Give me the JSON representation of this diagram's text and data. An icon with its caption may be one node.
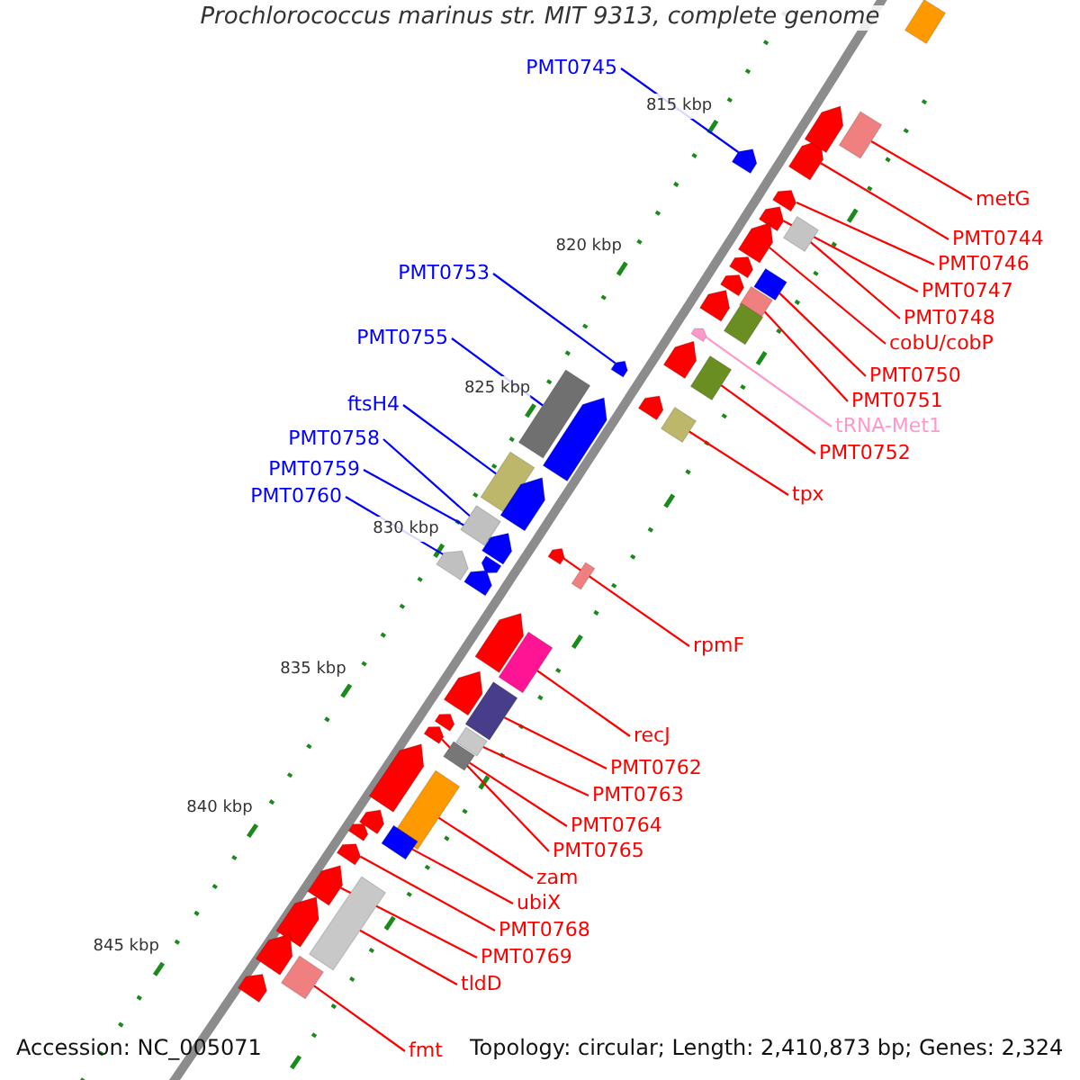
{
  "diagram": {
    "title": "Prochlorococcus marinus str. MIT 9313, complete genome",
    "nodes": [
      {
        "text": [
          "PMT0745"
        ]
      },
      {
        "text": [
          "metG"
        ]
      },
      {
        "text": [
          "PMT0744"
        ]
      },
      {
        "text": [
          "PMT0746"
        ]
      },
      {
        "text": [
          "PMT0753"
        ]
      },
      {
        "text": [
          "PMT0747"
        ]
      },
      {
        "text": [
          "PMT0748"
        ]
      },
      {
        "text": [
          "PMT0755"
        ]
      },
      {
        "text": [
          "cobU/cobP"
        ]
      },
      {
        "text": [
          "PMT0750"
        ]
      },
      {
        "text": [
          "ftsH4"
        ]
      },
      {
        "text": [
          "PMT0751"
        ]
      },
      {
        "text": [
          "tRNA-Met1"
        ]
      },
      {
        "text": [
          "PMT0758"
        ]
      },
      {
        "text": [
          "PMT0752"
        ]
      },
      {
        "text": [
          "PMT0759"
        ]
      },
      {
        "text": [
          "tpx"
        ]
      },
      {
        "text": [
          "PMT0760"
        ]
      },
      {
        "text": [
          "rpmF"
        ]
      },
      {
        "text": [
          "recJ"
        ]
      },
      {
        "text": [
          "PMT0762"
        ]
      },
      {
        "text": [
          "PMT0763"
        ]
      },
      {
        "text": [
          "PMT0764"
        ]
      },
      {
        "text": [
          "PMT0765"
        ]
      },
      {
        "text": [
          "zam"
        ]
      },
      {
        "text": [
          "ubiX"
        ]
      },
      {
        "text": [
          "PMT0768"
        ]
      },
      {
        "text": [
          "PMT0769"
        ]
      },
      {
        "text": [
          "tldD"
        ]
      },
      {
        "text": [
          "fmt"
        ]
      },
      {
        "text": [],
        "shape": "arrow"
      },
      {
        "text": [],
        "shape": "box"
      },
      {
        "text": [],
        "shape": "arrow"
      },
      {
        "text": [],
        "shape": "arrow"
      },
      {
        "text": [],
        "shape": "arrow"
      },
      {
        "text": [],
        "shape": "arrow"
      },
      {
        "text": [],
        "shape": "box"
      },
      {
        "text": [],
        "shape": "box"
      },
      {
        "text": [],
        "shape": "arrow"
      },
      {
        "text": [],
        "shape": "box"
      },
      {
        "text": [],
        "shape": "box"
      },
      {
        "text": [],
        "shape": "box"
      },
      {
        "text": [],
        "shape": "arrow"
      },
      {
        "text": [],
        "shape": "box"
      },
      {
        "text": [],
        "shape": "box"
      },
      {
        "text": [],
        "shape": "arrow"
      },
      {
        "text": [],
        "shape": "box"
      },
      {
        "text": [],
        "shape": "arrow"
      },
      {
        "text": [],
        "shape": "arrow"
      },
      {
        "text": [],
        "shape": "box"
      },
      {
        "text": [],
        "shape": "box"
      },
      {
        "text": [],
        "shape": "box"
      },
      {
        "text": [],
        "shape": "box"
      },
      {
        "text": [],
        "shape": "arrow"
      },
      {
        "text": [],
        "shape": "box"
      },
      {
        "text": [],
        "shape": "box"
      },
      {
        "text": [],
        "shape": "arrow"
      },
      {
        "text": [],
        "shape": "arrow"
      },
      {
        "text": [],
        "shape": "box"
      },
      {
        "text": [],
        "shape": "box"
      },
      {
        "text": [],
        "shape": "arrow"
      },
      {
        "text": [],
        "shape": "arrow"
      },
      {
        "text": [],
        "shape": "arrow"
      },
      {
        "text": [],
        "shape": "arrow"
      },
      {
        "text": [],
        "shape": "box"
      },
      {
        "text": [],
        "shape": "arrow"
      },
      {
        "text": [],
        "shape": "arrow"
      },
      {
        "text": [],
        "shape": "box"
      },
      {
        "text": [],
        "shape": "arrow"
      },
      {
        "text": [],
        "shape": "arrow"
      },
      {
        "text": [],
        "shape": "arrow"
      },
      {
        "text": [],
        "shape": "arrow"
      },
      {
        "text": [],
        "shape": "arrow"
      },
      {
        "text": [],
        "shape": "arrow"
      },
      {
        "text": [],
        "shape": "arrow"
      },
      {
        "text": [],
        "shape": "arrow"
      },
      {
        "text": [],
        "shape": "arrow"
      },
      {
        "text": [],
        "shape": "arrow"
      },
      {
        "text": [],
        "shape": "arrow"
      },
      {
        "text": [],
        "shape": "arrow"
      },
      {
        "text": [],
        "shape": "arrow"
      },
      {
        "text": [],
        "shape": "box"
      }
    ],
    "edges": [
      {
        "from": 0,
        "to": 30,
        "arrow": "none",
        "color": "#0000ff"
      },
      {
        "from": 1,
        "to": 31,
        "arrow": "none"
      },
      {
        "from": 2,
        "to": 32,
        "arrow": "none"
      },
      {
        "from": 3,
        "to": 33,
        "arrow": "none"
      },
      {
        "from": 4,
        "to": 34,
        "arrow": "none",
        "color": "#0000ff"
      },
      {
        "from": 5,
        "to": 35,
        "arrow": "none"
      },
      {
        "from": 6,
        "to": 36,
        "arrow": "none"
      },
      {
        "from": 7,
        "to": 37,
        "arrow": "none",
        "color": "#0000ff"
      },
      {
        "from": 8,
        "to": 38,
        "arrow": "none"
      },
      {
        "from": 9,
        "to": 39,
        "arrow": "none"
      },
      {
        "from": 10,
        "to": 40,
        "arrow": "none",
        "color": "#0000ff"
      },
      {
        "from": 11,
        "to": 41,
        "arrow": "none"
      },
      {
        "from": 12,
        "to": 42,
        "arrow": "none",
        "color": "#ff99cc"
      },
      {
        "from": 13,
        "to": 43,
        "arrow": "none",
        "color": "#0000ff"
      },
      {
        "from": 14,
        "to": 44,
        "arrow": "none"
      },
      {
        "from": 15,
        "to": 45,
        "arrow": "none",
        "color": "#0000ff"
      },
      {
        "from": 16,
        "to": 46,
        "arrow": "none"
      },
      {
        "from": 17,
        "to": 47,
        "arrow": "none",
        "color": "#0000ff"
      },
      {
        "from": 18,
        "to": 48,
        "arrow": "none"
      },
      {
        "from": 19,
        "to": 49,
        "arrow": "none"
      },
      {
        "from": 20,
        "to": 50,
        "arrow": "none"
      },
      {
        "from": 21,
        "to": 51,
        "arrow": "none"
      },
      {
        "from": 22,
        "to": 52,
        "arrow": "none"
      },
      {
        "from": 23,
        "to": 53,
        "arrow": "none"
      },
      {
        "from": 24,
        "to": 54,
        "arrow": "none"
      },
      {
        "from": 25,
        "to": 55,
        "arrow": "none"
      },
      {
        "from": 26,
        "to": 56,
        "arrow": "none"
      },
      {
        "from": 27,
        "to": 57,
        "arrow": "none"
      },
      {
        "from": 28,
        "to": 58,
        "arrow": "none"
      },
      {
        "from": 29,
        "to": 59,
        "arrow": "none"
      }
    ],
    "labels": [
      "815 kbp",
      "820 kbp",
      "825 kbp",
      "830 kbp",
      "835 kbp",
      "840 kbp",
      "845 kbp",
      "Accession: NC_005071",
      "Topology: circular; Length: 2,410,873 bp; Genes: 2,324"
    ]
  }
}
